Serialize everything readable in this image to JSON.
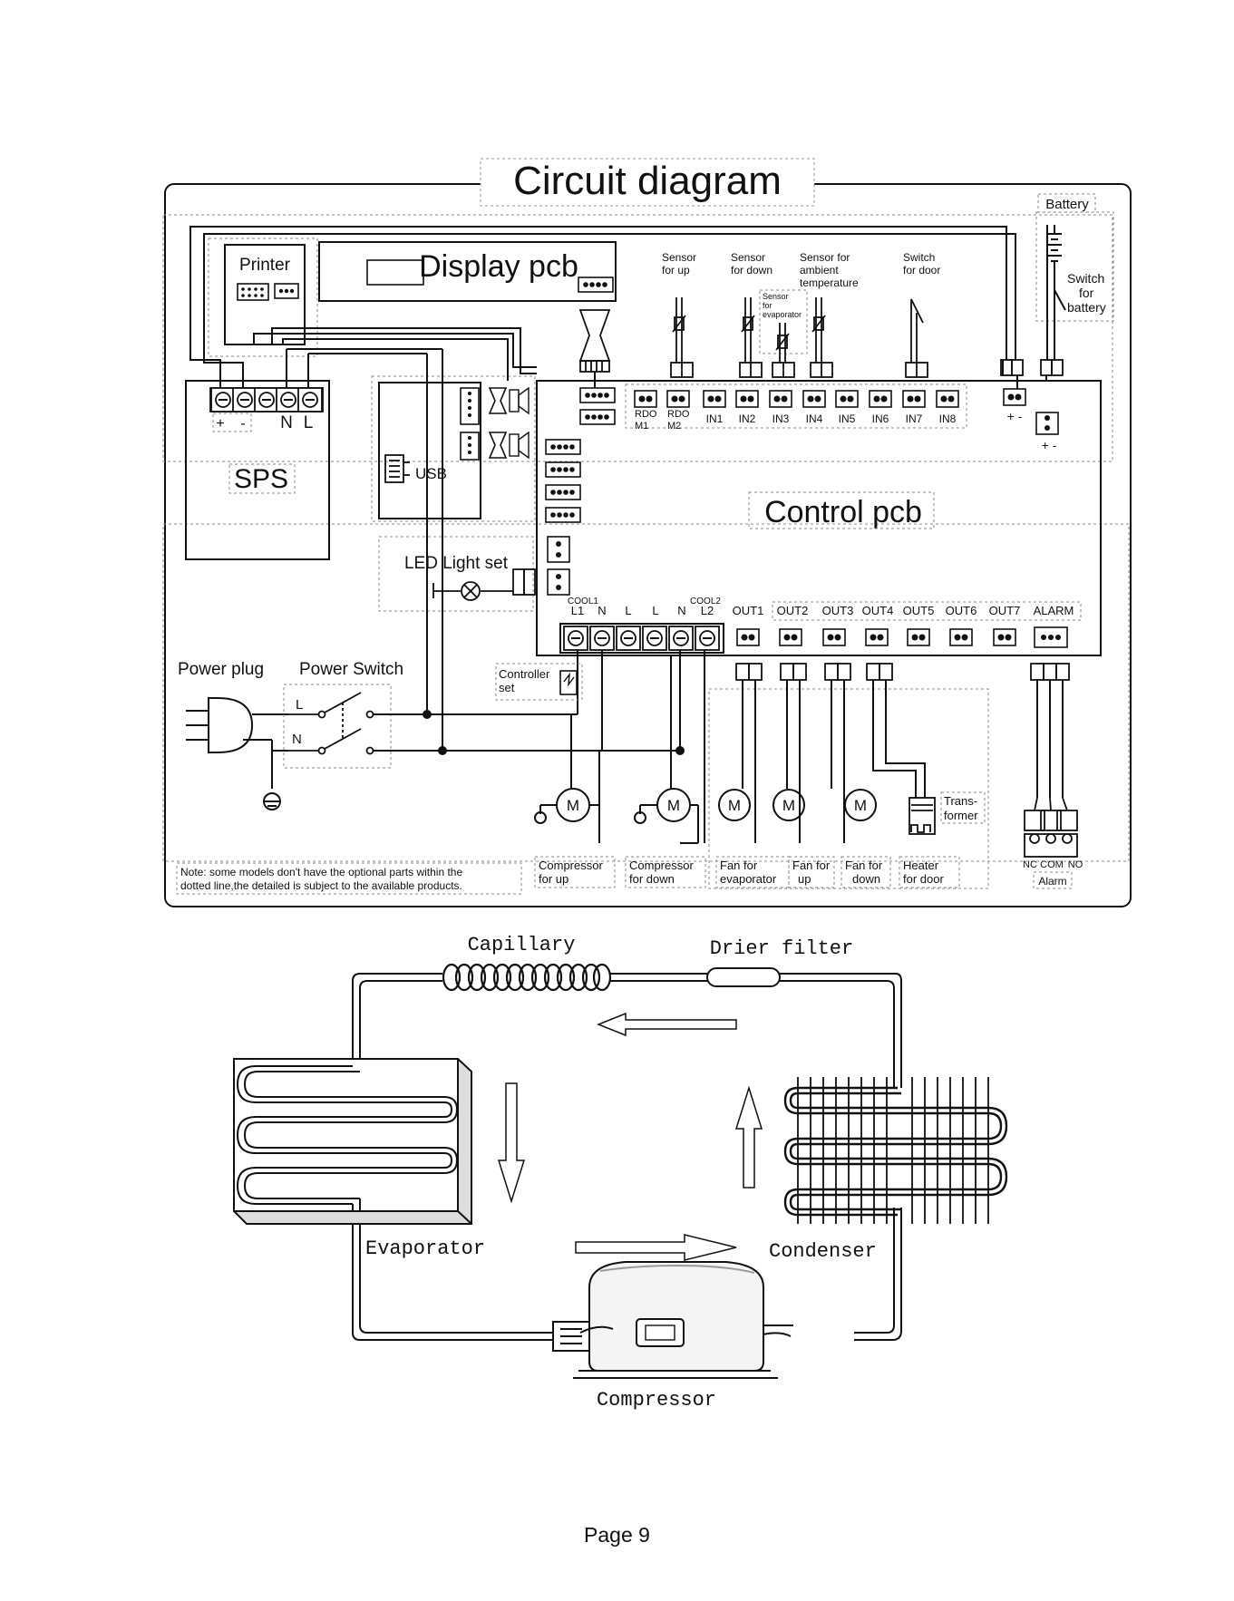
{
  "circuit": {
    "title": "Circuit diagram",
    "battery": "Battery",
    "switch_battery": [
      "Switch",
      "for",
      "battery"
    ],
    "printer": "Printer",
    "display_pcb": "Display pcb",
    "sensors": {
      "up": [
        "Sensor",
        "for up"
      ],
      "down": [
        "Sensor",
        "for down"
      ],
      "ambient": [
        "Sensor for",
        "ambient",
        "temperature"
      ],
      "evaporator": [
        "Sensor",
        "for",
        "evaporator"
      ],
      "door": [
        "Switch",
        "for door"
      ]
    },
    "sps_terminals": [
      "+",
      "-",
      "N",
      "L"
    ],
    "sps": "SPS",
    "usb": "USB",
    "control_pcb": "Control pcb",
    "led": "LED Light set",
    "inputs": [
      "RDO M1",
      "RDO M2",
      "IN1",
      "IN2",
      "IN3",
      "IN4",
      "IN5",
      "IN6",
      "IN7",
      "IN8"
    ],
    "battery_pm": "+ -",
    "cool1": "COOL1",
    "cool2": "COOL2",
    "terminals": [
      "L1",
      "N",
      "L",
      "L",
      "N",
      "L2"
    ],
    "outputs": [
      "OUT1",
      "OUT2",
      "OUT3",
      "OUT4",
      "OUT5",
      "OUT6",
      "OUT7",
      "ALARM"
    ],
    "power_plug": "Power plug",
    "power_switch": "Power Switch",
    "switch_L": "L",
    "switch_N": "N",
    "controller": [
      "Controller",
      "set"
    ],
    "motor": "M",
    "transformer": [
      "Trans-",
      "former"
    ],
    "loads": [
      [
        "Compressor",
        "for up"
      ],
      [
        "Compressor",
        "for down"
      ],
      [
        "Fan for",
        "evaporator"
      ],
      [
        "Fan for",
        "up"
      ],
      [
        "Fan for",
        "down"
      ],
      [
        "Heater",
        "for door"
      ]
    ],
    "alarm_contacts": [
      "NC",
      "COM",
      "NO"
    ],
    "alarm": "Alarm",
    "note": [
      "Note: some models don't have the optional parts within the",
      "dotted line,the detailed is subject to the available products."
    ]
  },
  "refrigeration": {
    "capillary": "Capillary",
    "drier": "Drier filter",
    "evaporator": "Evaporator",
    "condenser": "Condenser",
    "compressor": "Compressor"
  },
  "page": "Page 9"
}
